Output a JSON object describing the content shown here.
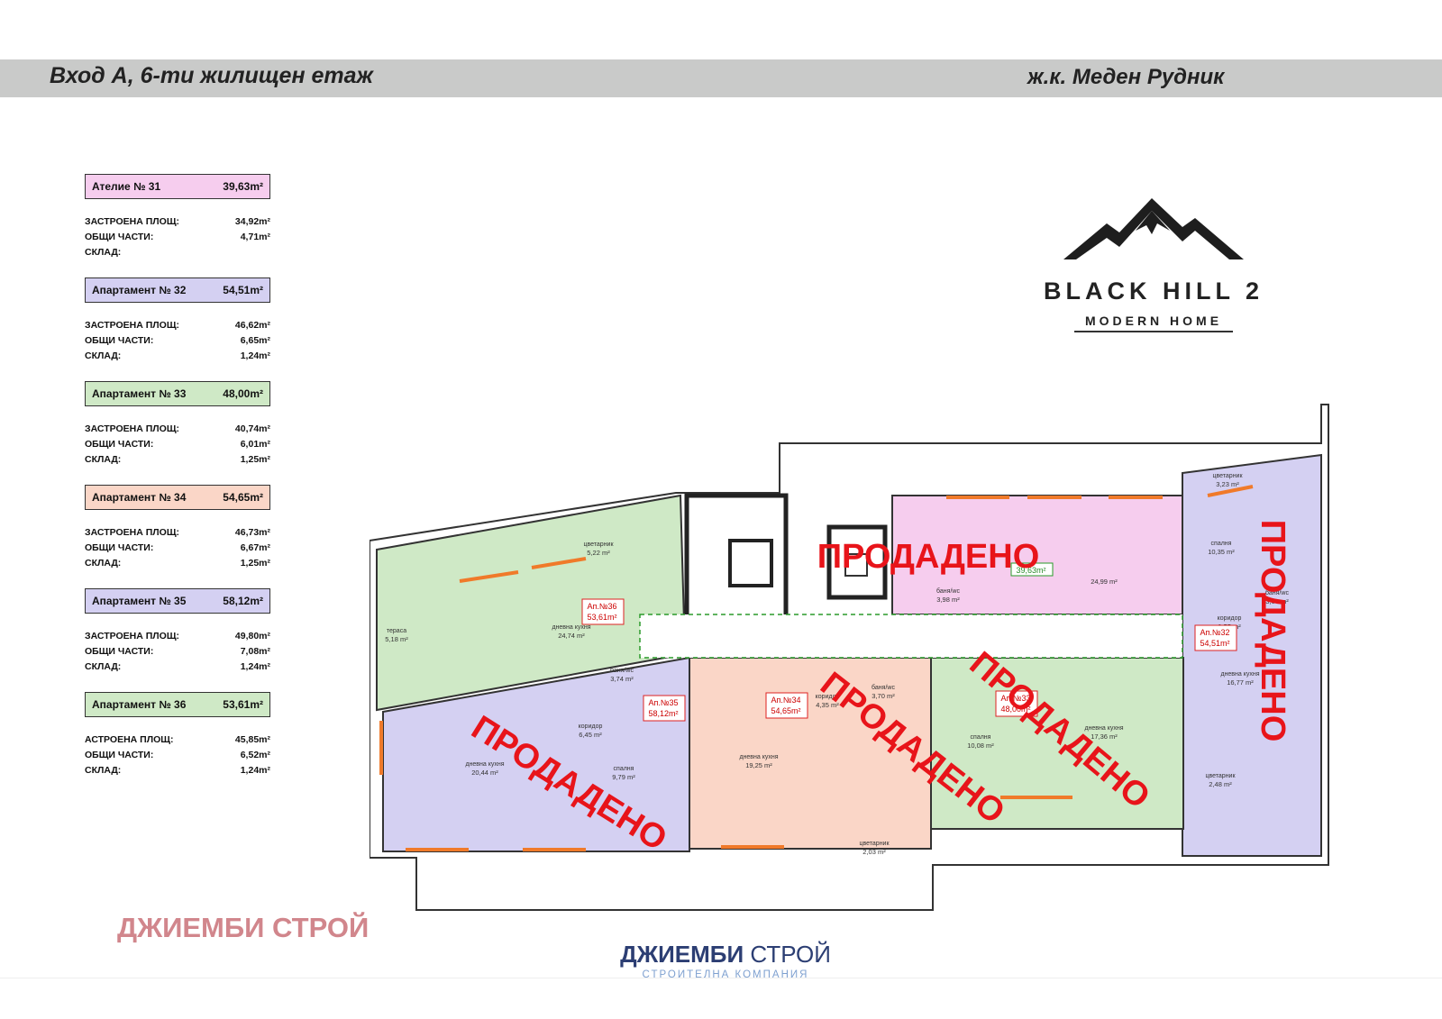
{
  "header": {
    "title": "Вход А, 6-ти жилищен етаж",
    "location": "ж.к. Меден Рудник",
    "bar_color": "#c9cac9"
  },
  "units": [
    {
      "name": "Ателие № 31",
      "total": "39,63m²",
      "color": "#f6cdee",
      "stats": [
        {
          "label": "ЗАСТРОЕНА ПЛОЩ:",
          "value": "34,92m²"
        },
        {
          "label": "ОБЩИ ЧАСТИ:",
          "value": "4,71m²"
        },
        {
          "label": "СКЛАД:",
          "value": ""
        }
      ]
    },
    {
      "name": "Апартамент № 32",
      "total": "54,51m²",
      "color": "#d4d0f2",
      "stats": [
        {
          "label": "ЗАСТРОЕНА ПЛОЩ:",
          "value": "46,62m²"
        },
        {
          "label": "ОБЩИ ЧАСТИ:",
          "value": "6,65m²"
        },
        {
          "label": "СКЛАД:",
          "value": "1,24m²"
        }
      ]
    },
    {
      "name": "Апартамент № 33",
      "total": "48,00m²",
      "color": "#cfe9c6",
      "stats": [
        {
          "label": "ЗАСТРОЕНА ПЛОЩ:",
          "value": "40,74m²"
        },
        {
          "label": "ОБЩИ ЧАСТИ:",
          "value": "6,01m²"
        },
        {
          "label": "СКЛАД:",
          "value": "1,25m²"
        }
      ]
    },
    {
      "name": "Апартамент № 34",
      "total": "54,65m²",
      "color": "#fad6c7",
      "stats": [
        {
          "label": "ЗАСТРОЕНА ПЛОЩ:",
          "value": "46,73m²"
        },
        {
          "label": "ОБЩИ ЧАСТИ:",
          "value": "6,67m²"
        },
        {
          "label": "СКЛАД:",
          "value": "1,25m²"
        }
      ]
    },
    {
      "name": "Апартамент № 35",
      "total": "58,12m²",
      "color": "#d4d0f2",
      "stats": [
        {
          "label": "ЗАСТРОЕНА ПЛОЩ:",
          "value": "49,80m²"
        },
        {
          "label": "ОБЩИ ЧАСТИ:",
          "value": "7,08m²"
        },
        {
          "label": "СКЛАД:",
          "value": "1,24m²"
        }
      ]
    },
    {
      "name": "Апартамент № 36",
      "total": "53,61m²",
      "color": "#cfe9c6",
      "stats": [
        {
          "label": "АСТРОЕНА ПЛОЩ:",
          "value": "45,85m²"
        },
        {
          "label": "ОБЩИ ЧАСТИ:",
          "value": "6,52m²"
        },
        {
          "label": "СКЛАД:",
          "value": "1,24m²"
        }
      ]
    }
  ],
  "logo": {
    "brand": "BLACK HILL 2",
    "tagline": "MODERN HOME"
  },
  "plan": {
    "sold_label": "ПРОДАДЕНО",
    "sold_color": "#e8141a",
    "apartment_tags": [
      {
        "name": "Ап.№36",
        "area": "53,61m²"
      },
      {
        "name": "Ап.№35",
        "area": "58,12m²"
      },
      {
        "name": "Ап.№34",
        "area": "54,65m²"
      },
      {
        "name": "Ап.№33",
        "area": "48,00m²"
      },
      {
        "name": "Ап.№32",
        "area": "54,51m²"
      },
      {
        "name": "",
        "area": "39,63m²"
      }
    ],
    "rooms": [
      {
        "name": "цветарник",
        "area": "5,22 m²"
      },
      {
        "name": "тераса",
        "area": "5,18 m²"
      },
      {
        "name": "дневна кухня",
        "area": "24,74 m²"
      },
      {
        "name": "баня/wc",
        "area": "3,74 m²"
      },
      {
        "name": "коридор",
        "area": "6,45 m²"
      },
      {
        "name": "дневна кухня",
        "area": "20,44 m²"
      },
      {
        "name": "спалня",
        "area": "9,79 m²"
      },
      {
        "name": "дневна кухня",
        "area": "19,25 m²"
      },
      {
        "name": "коридор",
        "area": "4,35 m²"
      },
      {
        "name": "баня/wc",
        "area": "3,70 m²"
      },
      {
        "name": "цветарник",
        "area": "2,03 m²"
      },
      {
        "name": "спалня",
        "area": "10,08 m²"
      },
      {
        "name": "дневна кухня",
        "area": "17,36 m²"
      },
      {
        "name": "баня/wc",
        "area": "3,98 m²"
      },
      {
        "name": "",
        "area": "24,99 m²"
      },
      {
        "name": "цветарник",
        "area": "3,23 m²"
      },
      {
        "name": "спалня",
        "area": "10,35 m²"
      },
      {
        "name": "коридор",
        "area": "3,55 m²"
      },
      {
        "name": "баня/wc",
        "area": "3,64 m²"
      },
      {
        "name": "дневна кухня",
        "area": "16,77 m²"
      },
      {
        "name": "цветарник",
        "area": "2,48 m²"
      }
    ]
  },
  "watermark": "ДЖИЕМБИ СТРОЙ",
  "footer": {
    "name_bold": "ДЖИЕМБИ",
    "name_light": " СТРОЙ",
    "tagline": "СТРОИТЕЛНА КОМПАНИЯ"
  }
}
